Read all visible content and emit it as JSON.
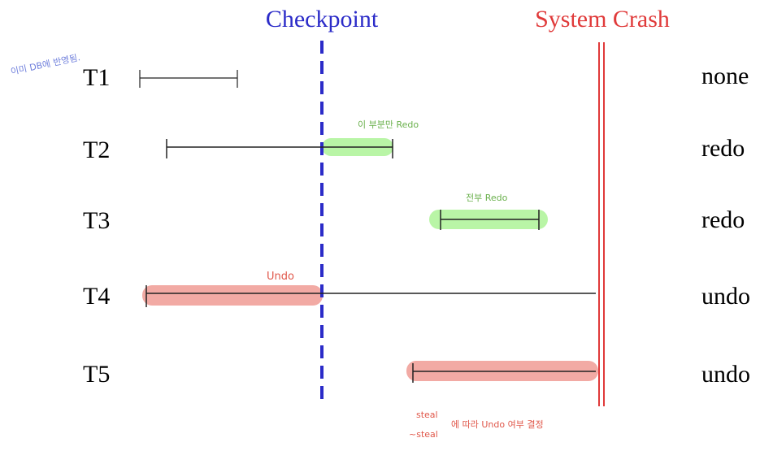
{
  "checkpoint": {
    "label": "Checkpoint",
    "color": "#2b2bc8"
  },
  "crash": {
    "label": "System Crash",
    "color": "#e03a3a"
  },
  "transactions": [
    {
      "name": "T1",
      "action": "none"
    },
    {
      "name": "T2",
      "action": "redo"
    },
    {
      "name": "T3",
      "action": "redo"
    },
    {
      "name": "T4",
      "action": "undo"
    },
    {
      "name": "T5",
      "action": "undo"
    }
  ],
  "annotations": {
    "t1_note": "이미 DB에 반영됨.",
    "t2_note": "이 부분만 Redo",
    "t3_note": "전부 Redo",
    "t4_note": "Undo",
    "steal_line1": "steal",
    "steal_line2": "~steal",
    "steal_rest": "에 따라 Undo 여부 결정"
  },
  "colors": {
    "redo_highlight": "#b9f5a6",
    "undo_highlight": "#f2aaa4",
    "note_blue": "#6f7fdc",
    "note_green": "#6ab04c",
    "note_red": "#e0574a"
  }
}
